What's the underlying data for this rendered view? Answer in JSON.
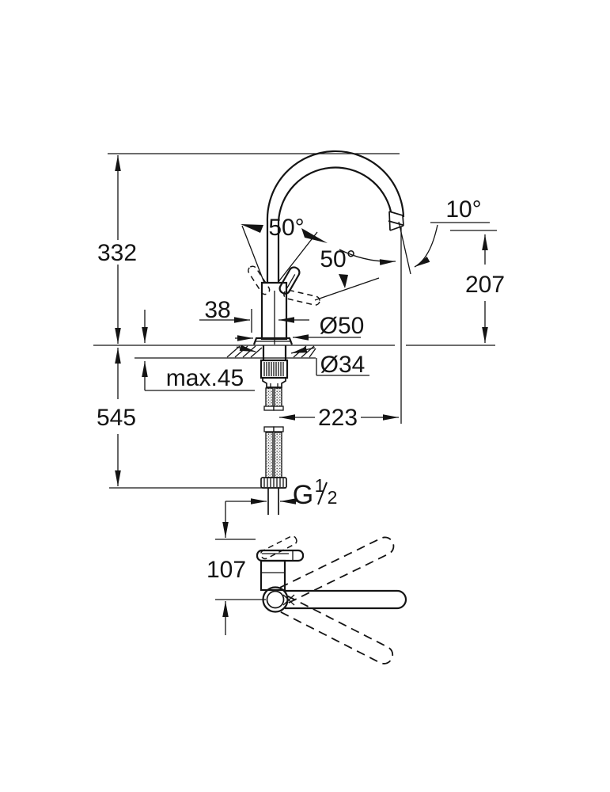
{
  "drawing": {
    "kind": "faucet-dimension-drawing",
    "views": "front and top view",
    "ink_color": "#141414",
    "background_color": "#ffffff"
  },
  "labels": {
    "total_height": "332",
    "below_counter_length": "545",
    "max_counter_thickness": "max.45",
    "handle_offset": "38",
    "base_diameter": "Ø50",
    "hole_diameter": "Ø34",
    "spout_projection": "223",
    "outlet_height": "207",
    "outlet_angle": "10°",
    "handle_swing_front": "50°",
    "handle_swing_side": "50°",
    "swivel_offset": "107",
    "thread_letter": "G",
    "thread_numerator": "1",
    "thread_denominator": "2"
  }
}
